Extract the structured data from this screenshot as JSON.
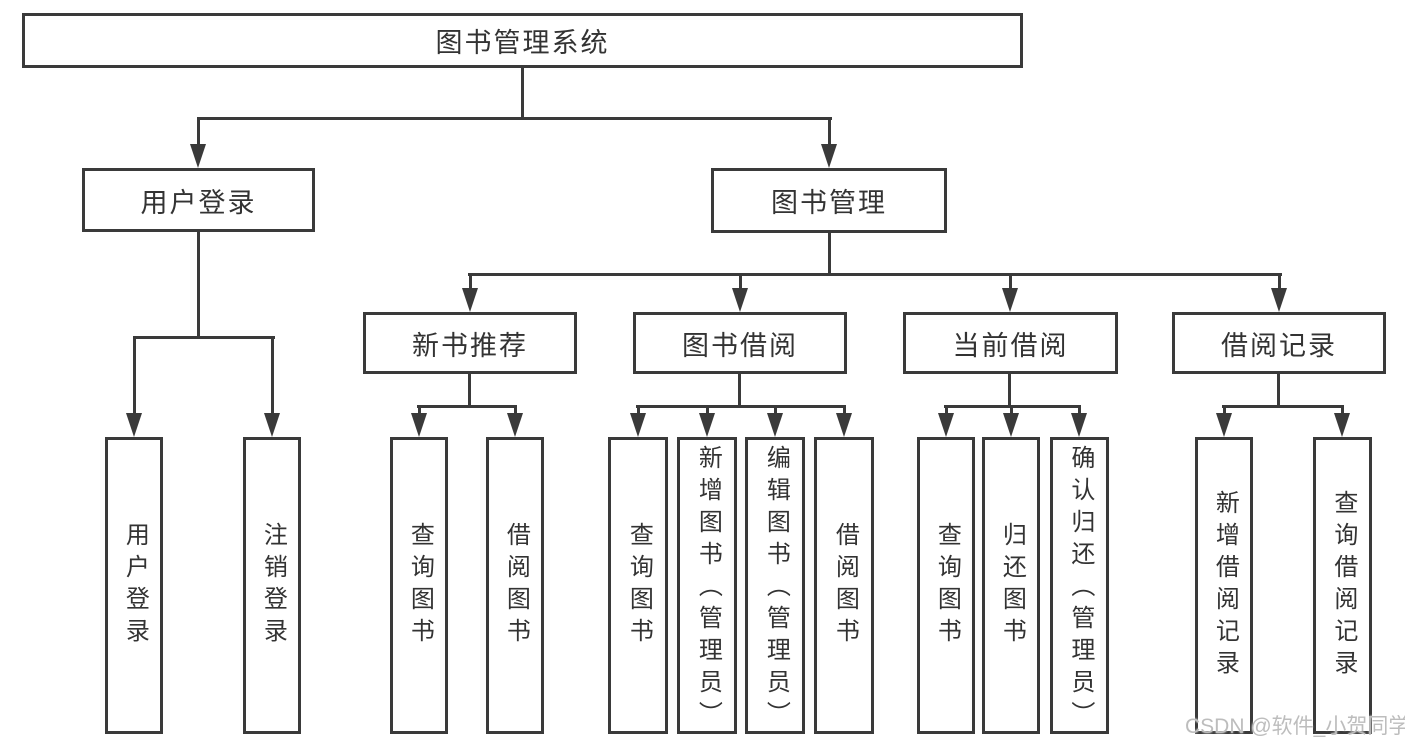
{
  "diagram_title": "图书管理系统",
  "watermark": "CSDN @软件_小贺同学",
  "colors": {
    "line": "#3a3a3a",
    "text": "#333333",
    "watermark": "#bdbdbd",
    "background": "#ffffff"
  },
  "tree": {
    "root": "图书管理系统",
    "children": [
      {
        "label": "用户登录",
        "children": [
          "用户登录",
          "注销登录"
        ]
      },
      {
        "label": "图书管理",
        "children": [
          {
            "label": "新书推荐",
            "children": [
              "查询图书",
              "借阅图书"
            ]
          },
          {
            "label": "图书借阅",
            "children": [
              "查询图书",
              "新增图书（管理员）",
              "编辑图书（管理员）",
              "借阅图书"
            ]
          },
          {
            "label": "当前借阅",
            "children": [
              "查询图书",
              "归还图书",
              "确认归还（管理员）"
            ]
          },
          {
            "label": "借阅记录",
            "children": [
              "新增借阅记录",
              "查询借阅记录"
            ]
          }
        ]
      }
    ]
  }
}
